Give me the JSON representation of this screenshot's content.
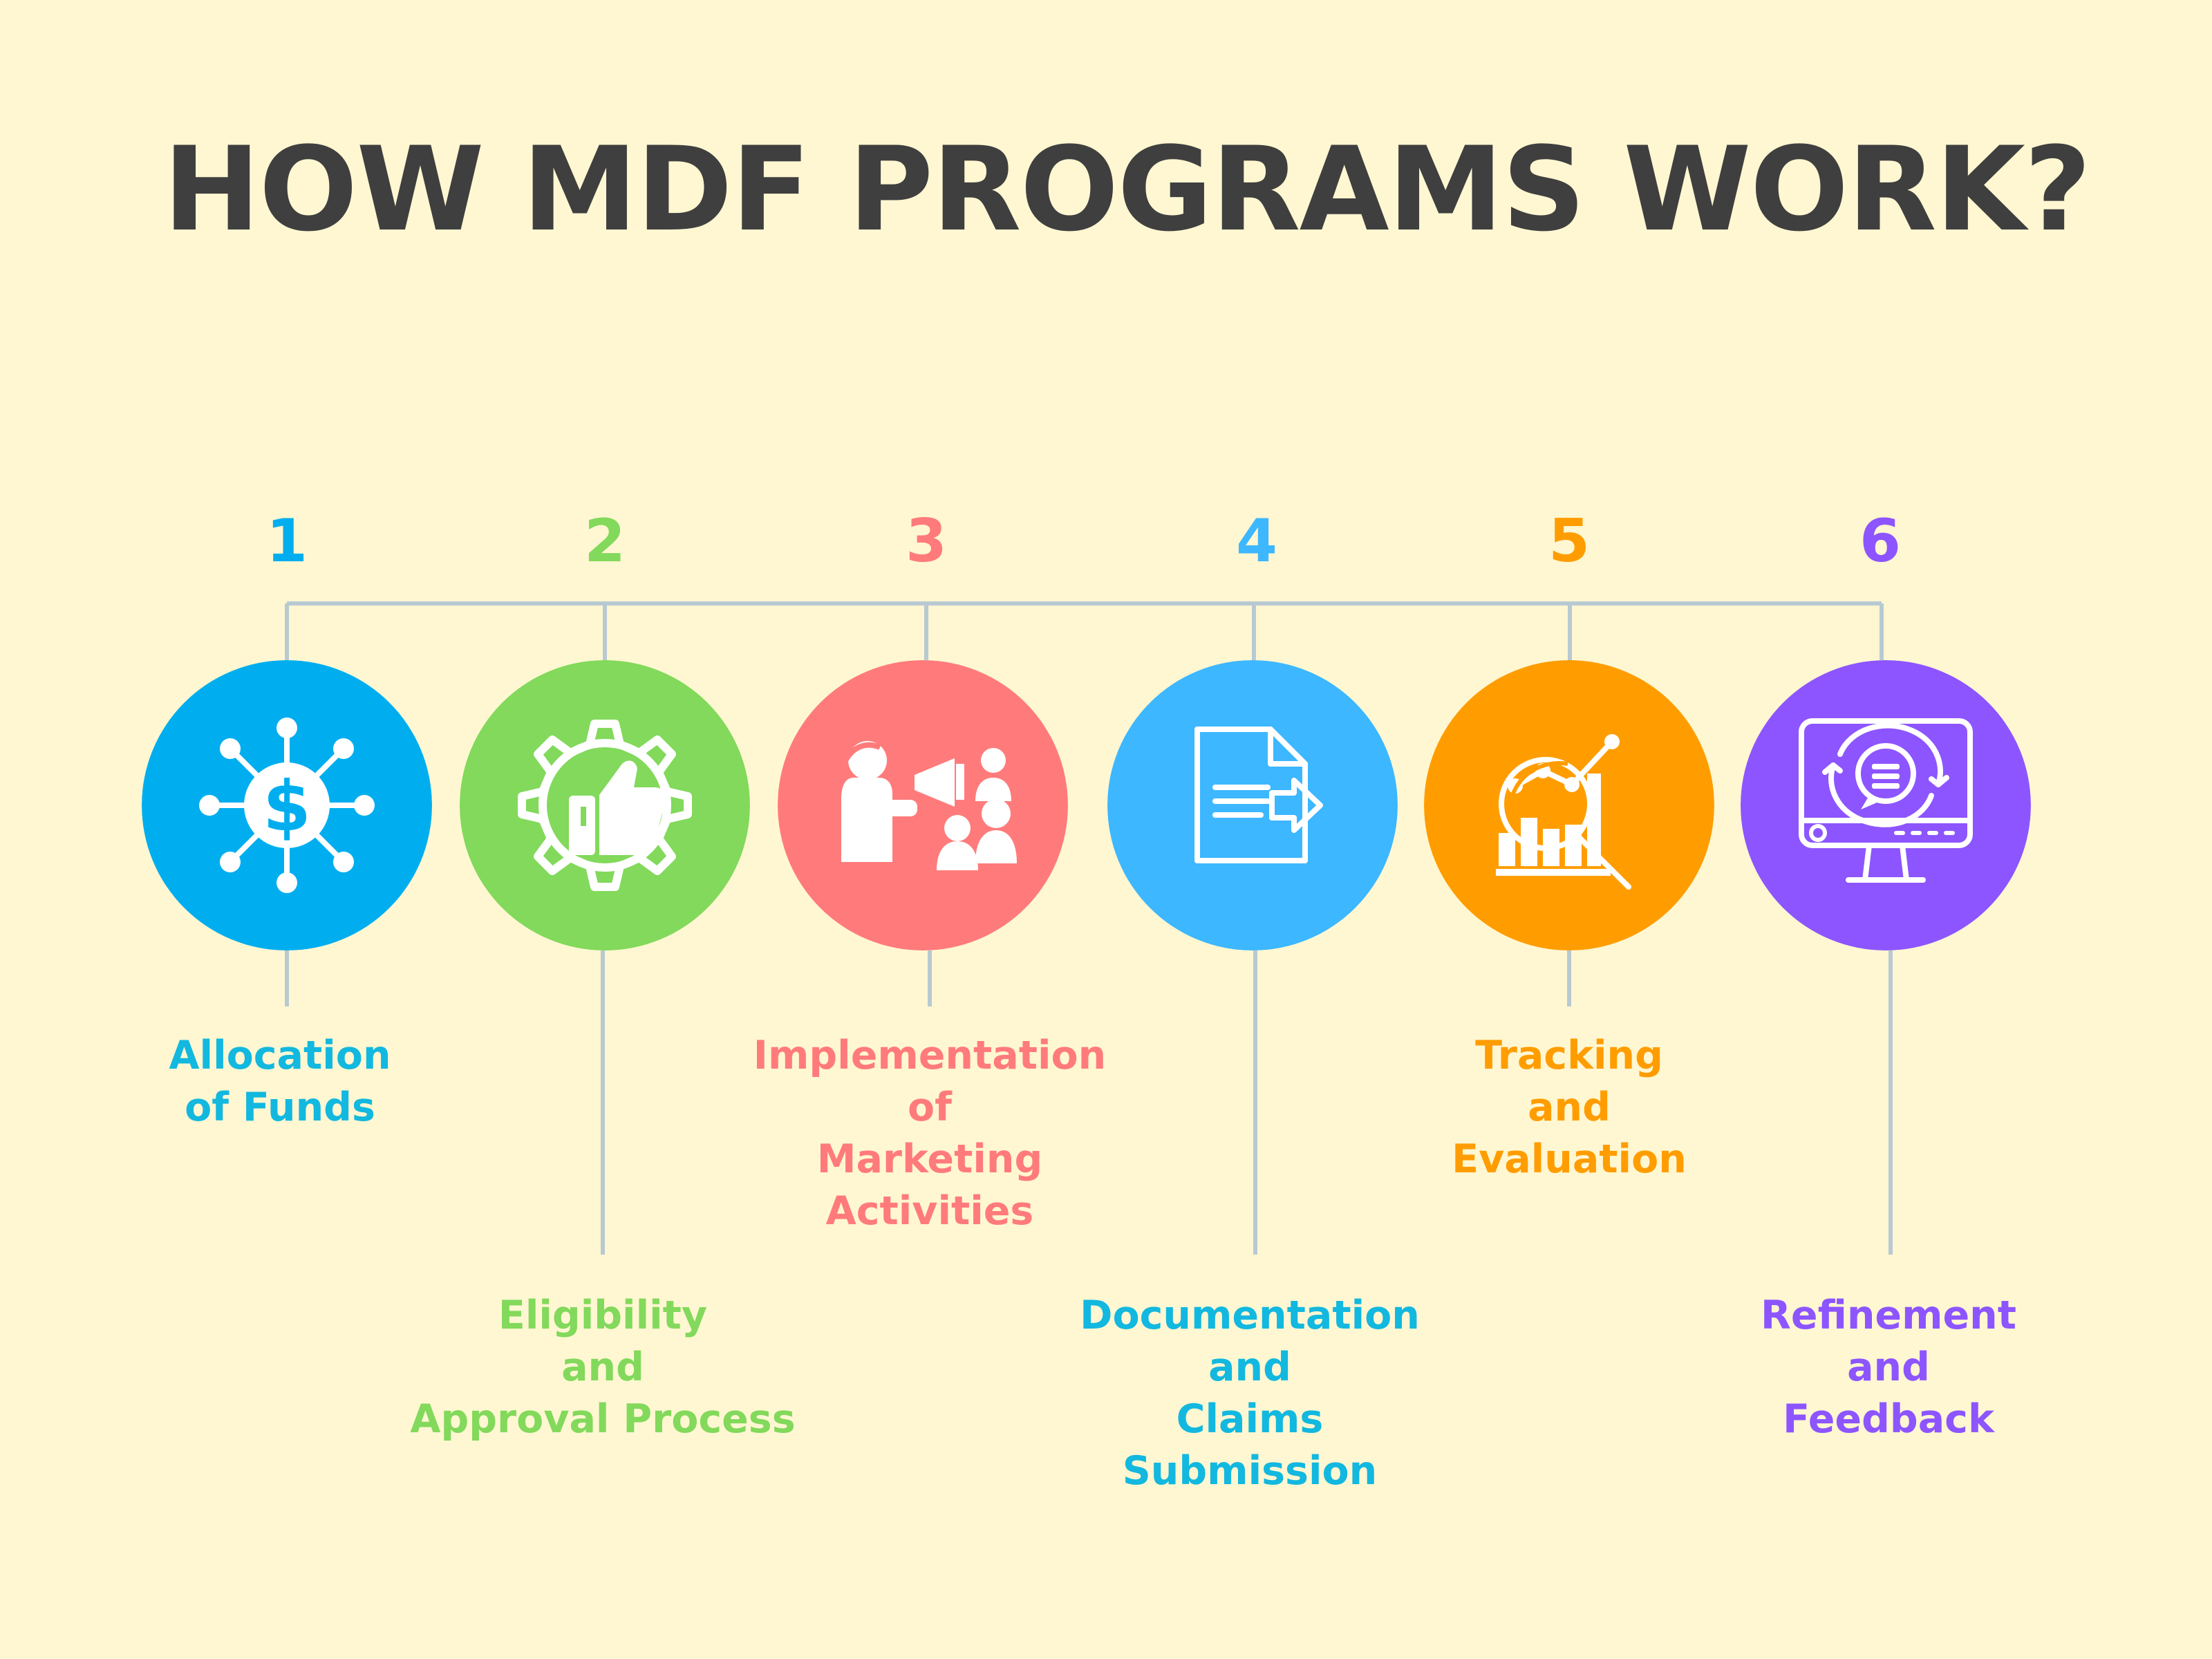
{
  "title": "HOW MDF PROGRAMS WORK?",
  "steps": [
    {
      "number": "1",
      "label_lines": [
        "Allocation",
        "of Funds"
      ],
      "color": "#00aeef",
      "label_color": "#12b8df",
      "icon": "dollar-network-icon"
    },
    {
      "number": "2",
      "label_lines": [
        "Eligibility",
        "and",
        "Approval Process"
      ],
      "color": "#82d95b",
      "label_color": "#82d95b",
      "icon": "thumbs-up-gear-icon"
    },
    {
      "number": "3",
      "label_lines": [
        "Implementation",
        "of",
        "Marketing",
        "Activities"
      ],
      "color": "#ff7b7b",
      "label_color": "#ff7b7b",
      "icon": "megaphone-audience-icon"
    },
    {
      "number": "4",
      "label_lines": [
        "Documentation",
        "and",
        "Claims",
        "Submission"
      ],
      "color": "#3db7ff",
      "label_color": "#12b8df",
      "icon": "document-arrow-icon"
    },
    {
      "number": "5",
      "label_lines": [
        "Tracking",
        "and",
        "Evaluation"
      ],
      "color": "#ff9d00",
      "label_color": "#ff9d00",
      "icon": "analytics-magnifier-icon"
    },
    {
      "number": "6",
      "label_lines": [
        "Refinement",
        "and",
        "Feedback"
      ],
      "color": "#8d55ff",
      "label_color": "#8d55ff",
      "icon": "monitor-feedback-icon"
    }
  ]
}
